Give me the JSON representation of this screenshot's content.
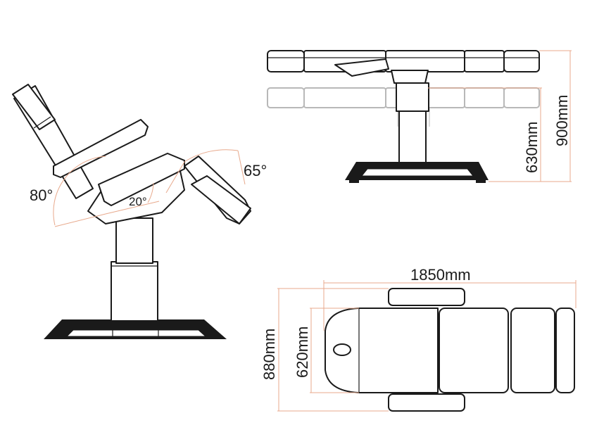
{
  "side_view": {
    "angles": {
      "backrest": "80°",
      "seat": "20°",
      "legrest": "65°"
    }
  },
  "front_view": {
    "dimensions": {
      "min_height": "630mm",
      "max_height": "900mm"
    }
  },
  "top_view": {
    "dimensions": {
      "length": "1850mm",
      "width_with_arms": "880mm",
      "width": "620mm"
    }
  },
  "colors": {
    "line": "#1a1a1a",
    "dimension_line": "#e8a98c",
    "ghost": "#b8b8b8"
  }
}
